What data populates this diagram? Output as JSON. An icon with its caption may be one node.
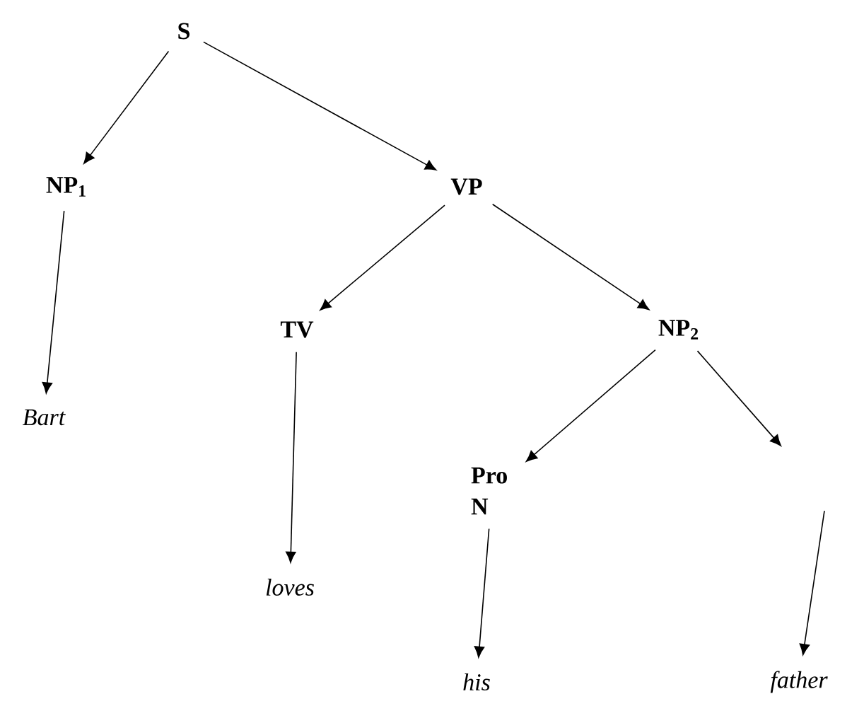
{
  "diagram": {
    "nodes": [
      {
        "text": [
          "S"
        ]
      },
      {
        "text": [
          "NP$_{1}$"
        ]
      },
      {
        "text": [
          "VP"
        ]
      },
      {
        "text": [
          "Bart"
        ]
      },
      {
        "text": [
          "TV"
        ]
      },
      {
        "text": [
          "NP$_{2}$"
        ]
      },
      {
        "text": [
          "Pro N"
        ]
      },
      {
        "text": [
          "loves"
        ]
      },
      {
        "text": [
          "his"
        ]
      },
      {
        "text": [
          "father"
        ]
      }
    ],
    "edges": [
      {
        "from": 0,
        "to": 1,
        "arrow": "to"
      },
      {
        "from": 0,
        "to": 2,
        "arrow": "to"
      },
      {
        "from": 1,
        "to": 3,
        "arrow": "to"
      },
      {
        "from": 2,
        "to": 4,
        "arrow": "to"
      },
      {
        "from": 2,
        "to": 5,
        "arrow": "to"
      },
      {
        "from": 4,
        "to": 7,
        "arrow": "to"
      },
      {
        "from": 5,
        "to": 6,
        "arrow": "to"
      },
      {
        "from": 5,
        "to": null,
        "arrow": "to"
      },
      {
        "from": 6,
        "to": 8,
        "arrow": "to"
      },
      {
        "from": null,
        "to": 9,
        "arrow": "to"
      }
    ]
  }
}
